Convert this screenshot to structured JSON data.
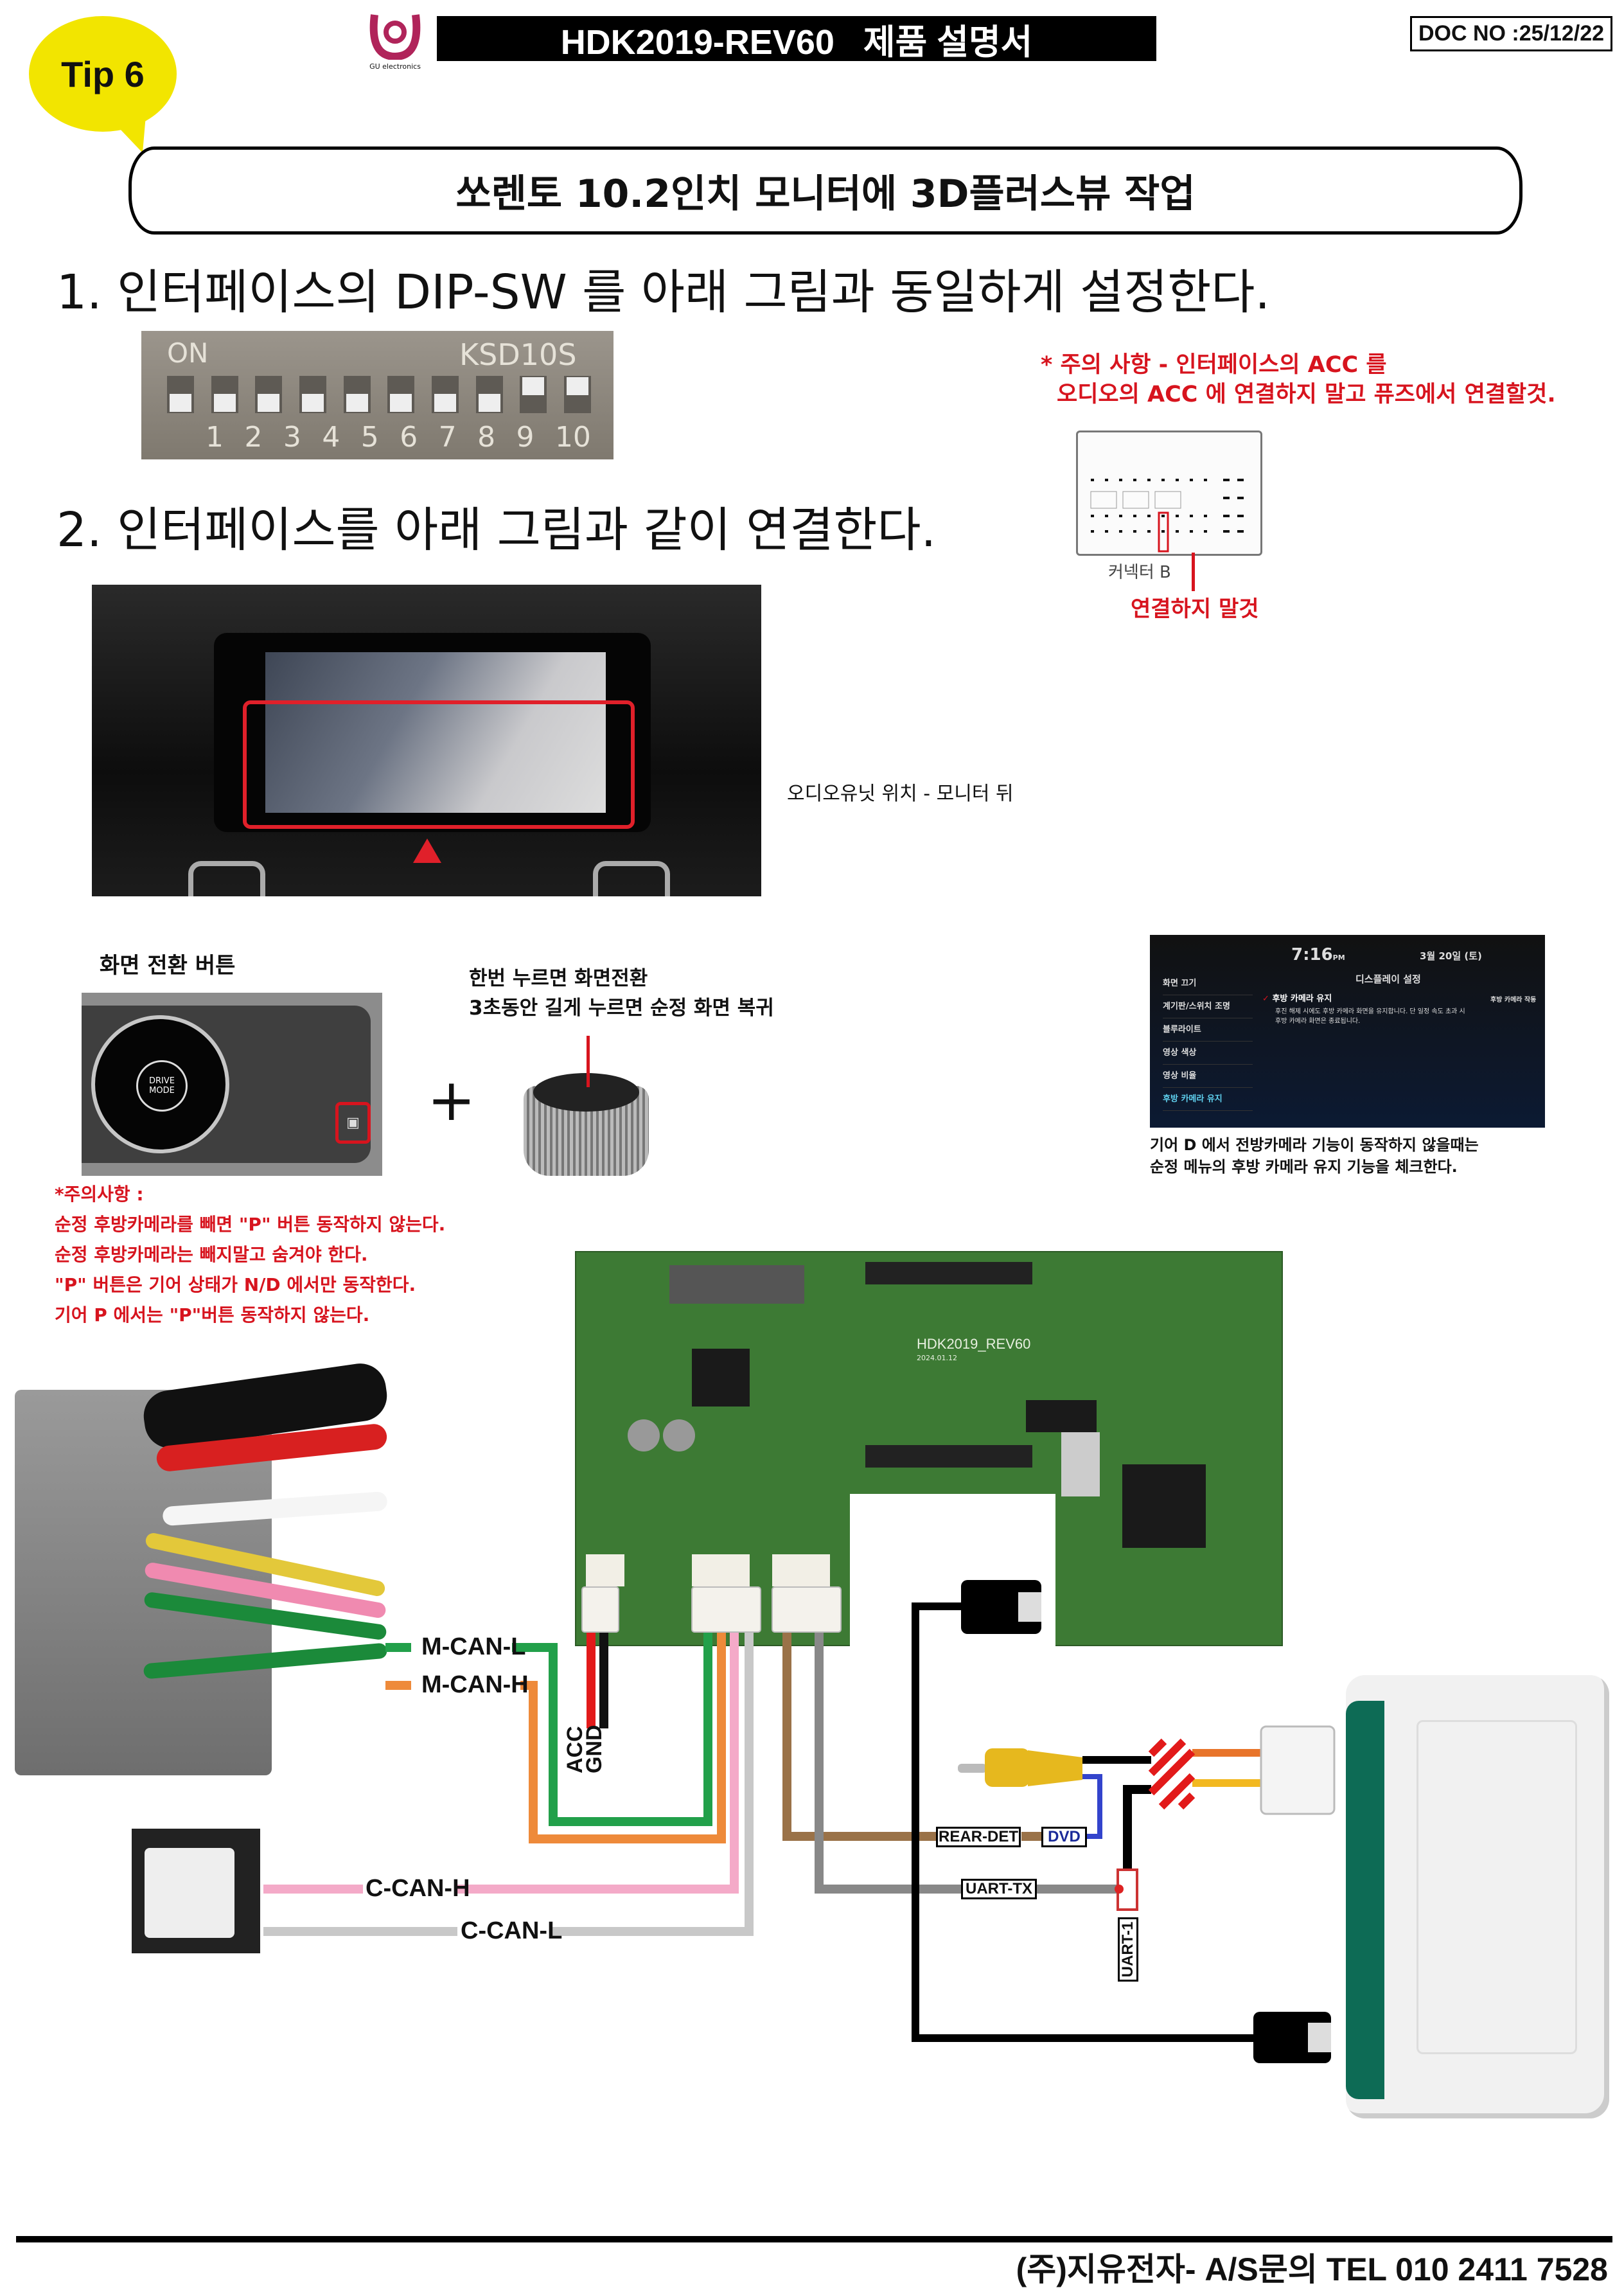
{
  "header": {
    "tip": "Tip 6",
    "logo_text": "GU electronics",
    "title": "HDK2019-REV60   제품 설명서",
    "doc_no": "DOC NO :25/12/22"
  },
  "main_title": "쏘렌토 10.2인치 모니터에  3D플러스뷰 작업",
  "step1": "1. 인터페이스의 DIP-SW 를 아래 그림과 동일하게 설정한다.",
  "dip": {
    "on": "ON",
    "model": "KSD10S",
    "numbers": [
      "1",
      "2",
      "3",
      "4",
      "5",
      "6",
      "7",
      "8",
      "9",
      "10"
    ]
  },
  "note_acc": {
    "line1": "* 주의 사항 - 인터페이스의 ACC 를",
    "line2": "오디오의 ACC 에 연결하지 말고 퓨즈에서 연결할것."
  },
  "connector": {
    "label": "커넥터 B",
    "warning": "연결하지 말것"
  },
  "step2": "2. 인터페이스를 아래 그림과 같이 연결한다.",
  "audio_unit": "오디오유닛 위치 -  모니터 뒤",
  "switch_button": {
    "title": "화면 전환 버튼",
    "drive_mode": "DRIVE MODE",
    "desc1": "한번 누르면 화면전환",
    "desc2": "3초동안 길게 누르면 순정 화면 복귀",
    "plus": "+"
  },
  "settings_screen": {
    "time": "7:16",
    "ampm": "PM",
    "date": "3월 20일 (토)",
    "title": "디스플레이 설정",
    "menu": [
      "화면 끄기",
      "계기판/스위치 조명",
      "블루라이트",
      "영상 색상",
      "영상 비율",
      "후방 카메라 유지"
    ],
    "option": "후방 카메라 유지",
    "option_desc": "후진 해제 시에도 후방 카메라 화면을 유지합니다. 단 일정 속도 초과 시 후방 카메라 화면은 종료됩니다.",
    "right": "후방 카메라 작동"
  },
  "settings_caption": {
    "line1": "기어 D 에서 전방카메라 기능이 동작하지 않을때는",
    "line2": "순정 메뉴의 후방 카메라 유지 기능을 체크한다."
  },
  "caution": [
    "*주의사항 :",
    "순정 후방카메라를 빼면 \"P\" 버튼 동작하지 않는다.",
    "순정 후방카메라는 빼지말고 숨겨야 한다.",
    "\"P\" 버튼은 기어 상태가 N/D 에서만 동작한다.",
    "기어  P 에서는 \"P\"버튼 동작하지 않는다."
  ],
  "pcb": {
    "label": "HDK2019_REV60",
    "date": "2024.01.12"
  },
  "wires": {
    "m_can_l": "M-CAN-L",
    "m_can_h": "M-CAN-H",
    "acc": "ACC",
    "gnd": "GND",
    "c_can_h": "C-CAN-H",
    "c_can_l": "C-CAN-L",
    "rear_det": "REAR-DET",
    "dvd": "DVD",
    "uart_tx": "UART-TX",
    "uart_1": "UART-1"
  },
  "footer": "(주)지유전자- A/S문의 TEL 010 2411 7528"
}
